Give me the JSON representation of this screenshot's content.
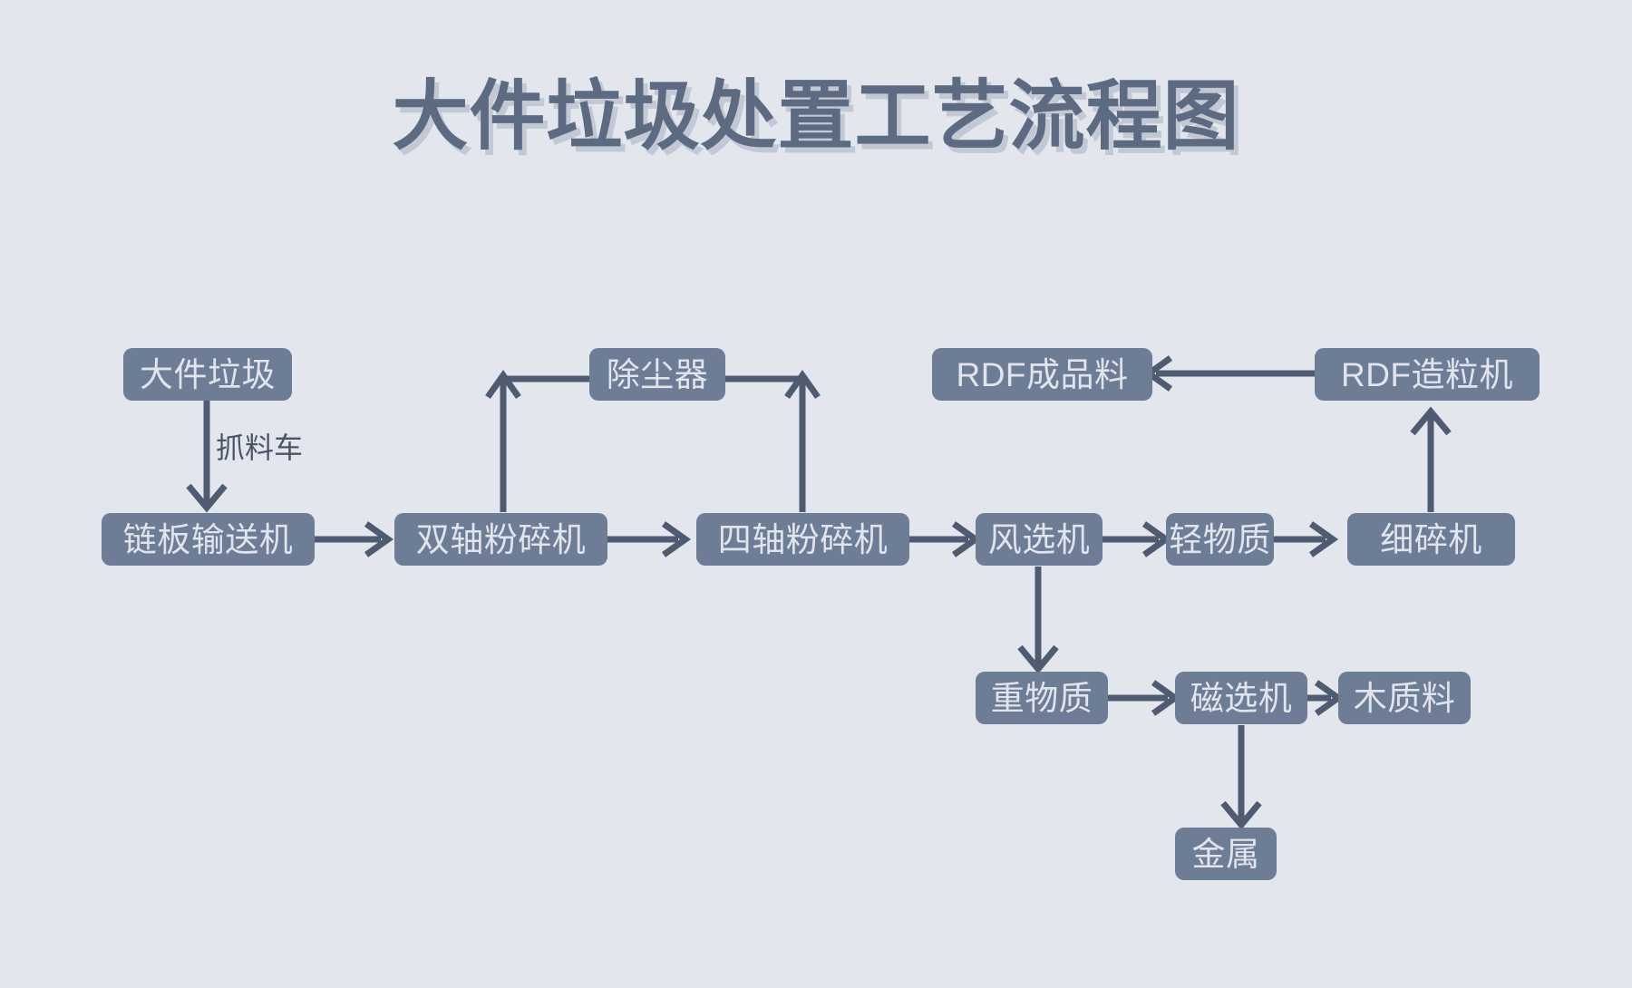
{
  "page": {
    "title": "大件垃圾处置工艺流程图",
    "background_color": "#e3e6ec",
    "node_fill_color": "#6e7d96",
    "node_text_color": "#e0e4ec",
    "arrow_color": "#4f5b70",
    "title_color": "#5d6b82",
    "title_shadow_color": "#c3c9d4"
  },
  "diagram": {
    "type": "flowchart",
    "orientation": "left-to-right",
    "nodes": [
      {
        "id": "bulky_waste",
        "label": "大件垃圾",
        "row": "feed-top"
      },
      {
        "id": "chain_conveyor",
        "label": "链板输送机",
        "row": "main"
      },
      {
        "id": "dual_shaft",
        "label": "双轴粉碎机",
        "row": "main"
      },
      {
        "id": "dust_collector",
        "label": "除尘器",
        "row": "top"
      },
      {
        "id": "quad_shaft",
        "label": "四轴粉碎机",
        "row": "main"
      },
      {
        "id": "air_separator",
        "label": "风选机",
        "row": "main"
      },
      {
        "id": "light_material",
        "label": "轻物质",
        "row": "main"
      },
      {
        "id": "fine_crusher",
        "label": "细碎机",
        "row": "main"
      },
      {
        "id": "rdf_pelletizer",
        "label": "RDF造粒机",
        "row": "top"
      },
      {
        "id": "rdf_product",
        "label": "RDF成品料",
        "row": "top"
      },
      {
        "id": "heavy_material",
        "label": "重物质",
        "row": "bottom"
      },
      {
        "id": "magnetic_sep",
        "label": "磁选机",
        "row": "bottom"
      },
      {
        "id": "wood_material",
        "label": "木质料",
        "row": "bottom"
      },
      {
        "id": "metal",
        "label": "金属",
        "row": "bottom-2"
      }
    ],
    "edges": [
      {
        "from": "bulky_waste",
        "to": "chain_conveyor",
        "label": "抓料车"
      },
      {
        "from": "chain_conveyor",
        "to": "dual_shaft",
        "label": ""
      },
      {
        "from": "dual_shaft",
        "to": "dust_collector",
        "label": ""
      },
      {
        "from": "dual_shaft",
        "to": "quad_shaft",
        "label": ""
      },
      {
        "from": "quad_shaft",
        "to": "dust_collector",
        "label": ""
      },
      {
        "from": "quad_shaft",
        "to": "air_separator",
        "label": ""
      },
      {
        "from": "air_separator",
        "to": "light_material",
        "label": ""
      },
      {
        "from": "air_separator",
        "to": "heavy_material",
        "label": ""
      },
      {
        "from": "light_material",
        "to": "fine_crusher",
        "label": ""
      },
      {
        "from": "fine_crusher",
        "to": "rdf_pelletizer",
        "label": ""
      },
      {
        "from": "rdf_pelletizer",
        "to": "rdf_product",
        "label": ""
      },
      {
        "from": "heavy_material",
        "to": "magnetic_sep",
        "label": ""
      },
      {
        "from": "magnetic_sep",
        "to": "wood_material",
        "label": ""
      },
      {
        "from": "magnetic_sep",
        "to": "metal",
        "label": ""
      }
    ],
    "edge_labels": {
      "grab_truck": "抓料车"
    }
  }
}
